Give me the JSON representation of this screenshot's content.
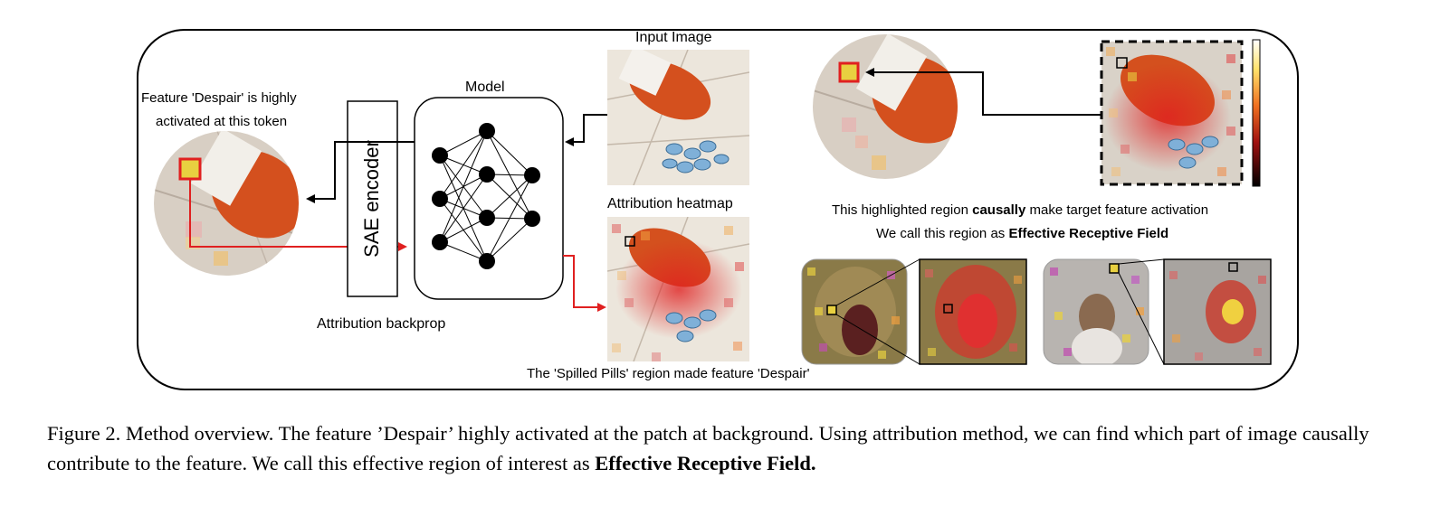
{
  "diagram": {
    "labels": {
      "input_image": "Input Image",
      "model": "Model",
      "feature_note_line1": "Feature 'Despair' is highly",
      "feature_note_line2": "activated at this token",
      "sae_encoder": "SAE encoder",
      "attribution_heatmap": "Attribution heatmap",
      "attribution_backprop": "Attribution backprop",
      "spilled_pills": "The 'Spilled Pills' region made feature 'Despair'",
      "erf_line1_pre": "This highlighted region ",
      "erf_line1_bold": "causally",
      "erf_line1_post": " make target feature activation",
      "erf_line2_pre": "We call this region as ",
      "erf_line2_bold": "Effective Receptive Field"
    },
    "colors": {
      "highlight_box": "#e02020",
      "arrow_red": "#e02020",
      "arrow_black": "#000000",
      "pill_blue": "#7fb0d8",
      "bottle_orange": "#d4501e",
      "floor": "#e2ddd3",
      "token_yellow": "#e8d040"
    }
  },
  "caption": {
    "text_pre": "Figure 2. Method overview. The feature ’Despair’ highly activated at the patch at background. Using attribution method, we can find which part of image causally contribute to the feature. We call this effective region of interest as ",
    "text_bold": "Effective Receptive Field."
  }
}
